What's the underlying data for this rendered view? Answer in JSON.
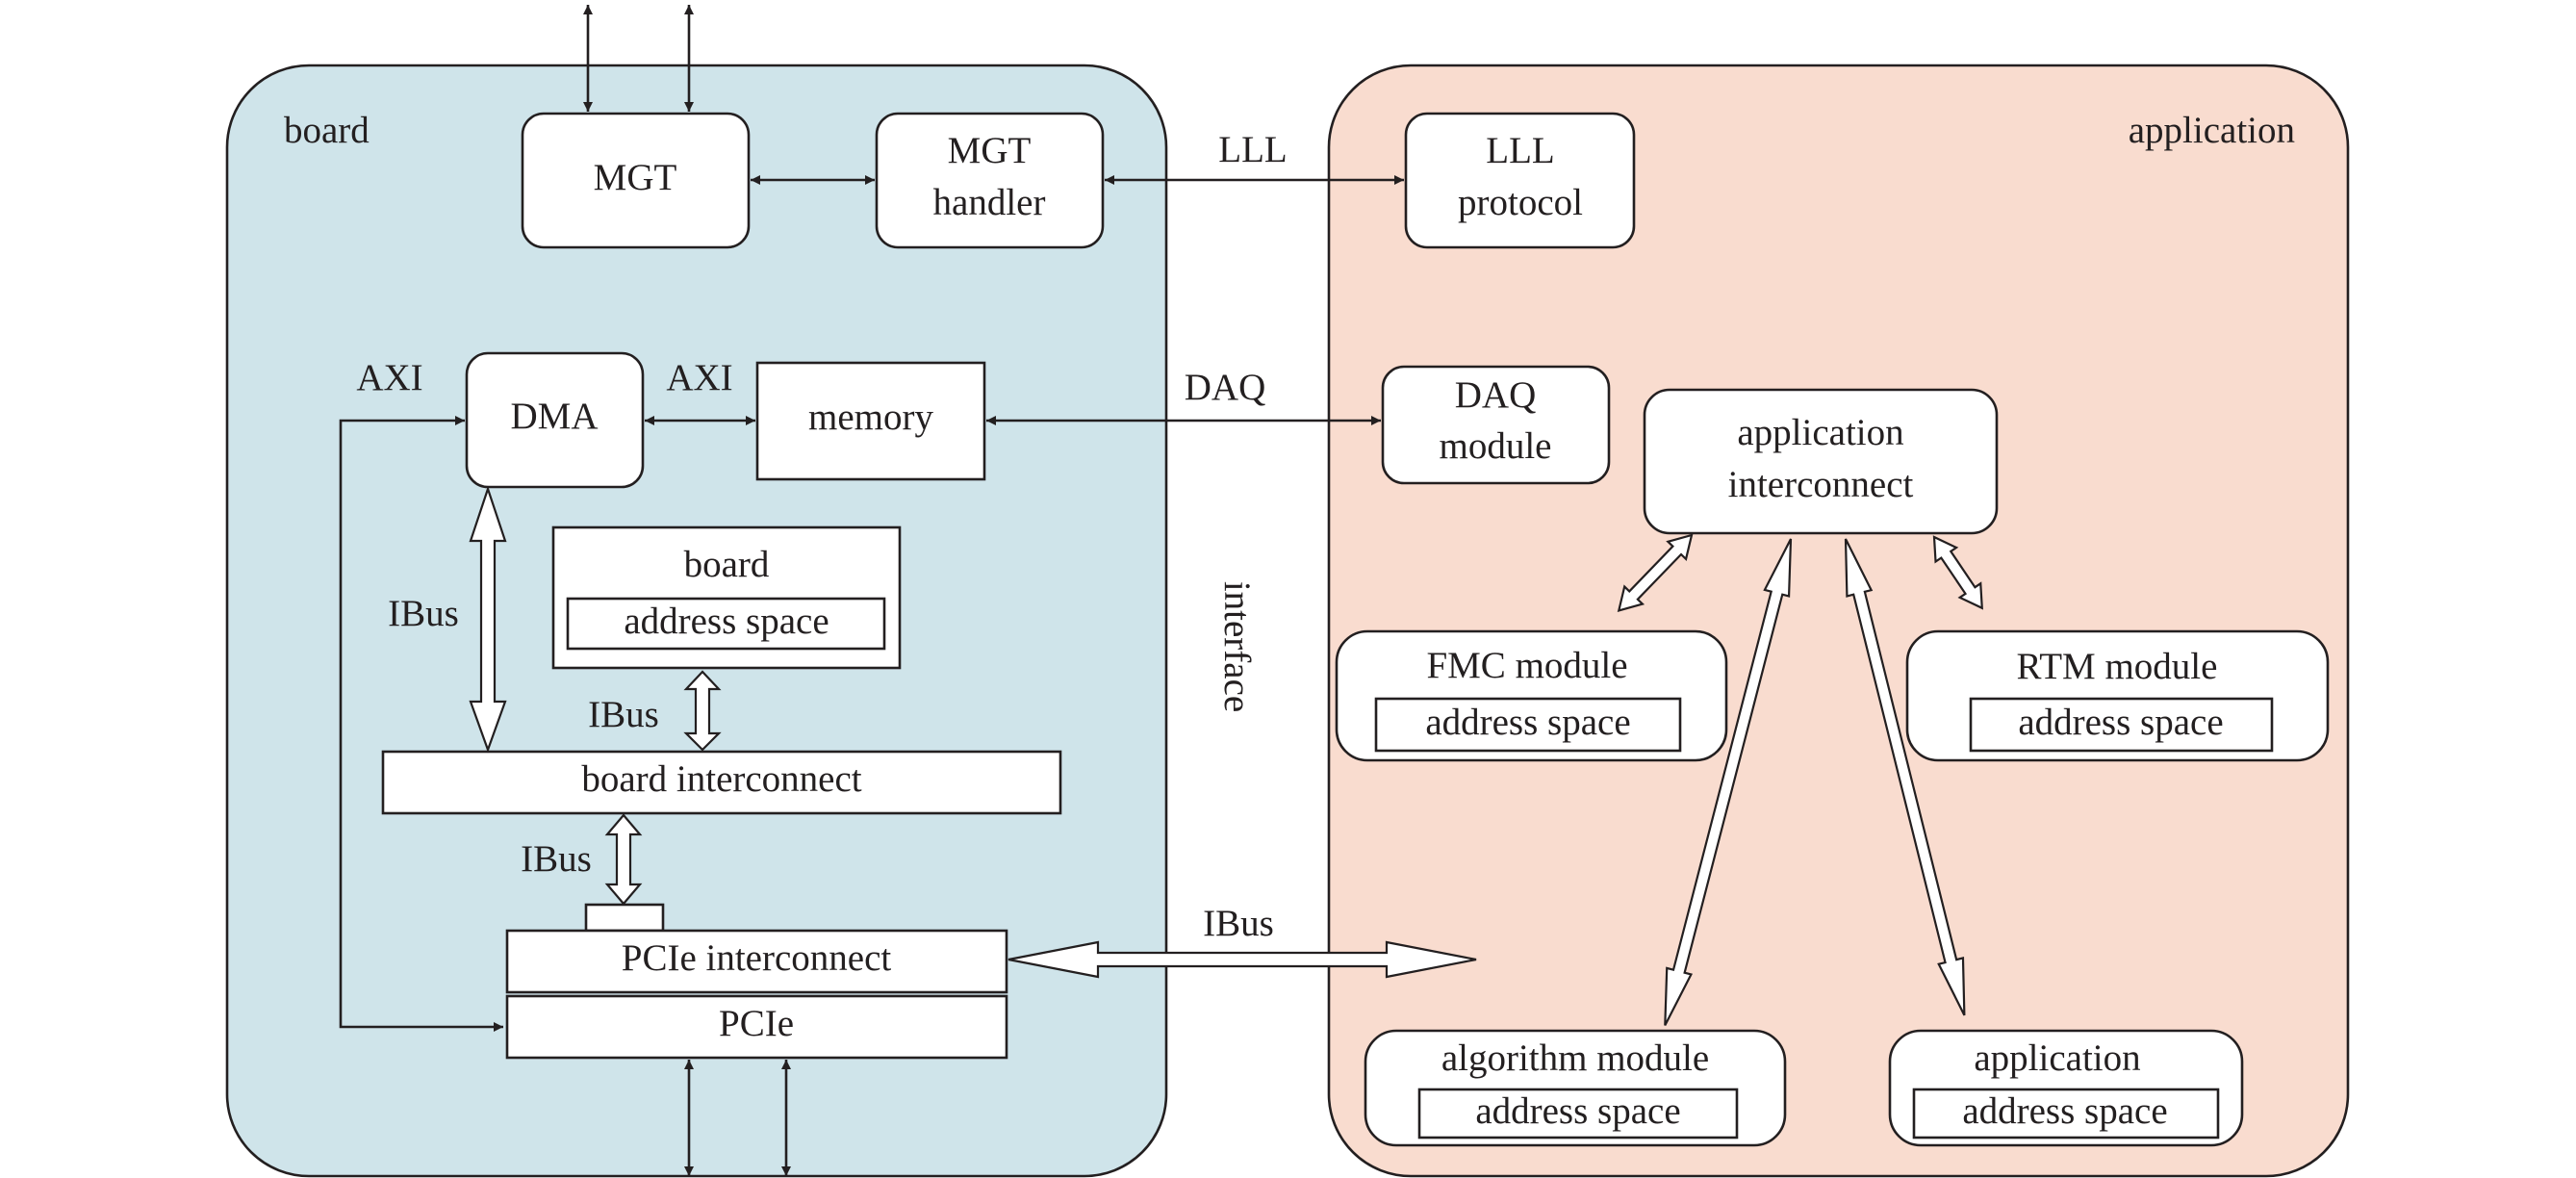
{
  "colors": {
    "board_region": "#cfe4ea",
    "application_region": "#f9dccf",
    "stroke": "#231f20",
    "box_fill": "#ffffff"
  },
  "regions": {
    "board": "board",
    "application": "application",
    "interface": "interface"
  },
  "blocks": {
    "mgt": "MGT",
    "mgt_handler": [
      "MGT",
      "handler"
    ],
    "lll_protocol": [
      "LLL",
      "protocol"
    ],
    "dma": "DMA",
    "memory": "memory",
    "daq_module": [
      "DAQ",
      "module"
    ],
    "board_address_space": {
      "title": "board",
      "inner": "address space"
    },
    "board_interconnect": "board interconnect",
    "pcie_interconnect": "PCIe interconnect",
    "pcie": "PCIe",
    "application_interconnect": [
      "application",
      "interconnect"
    ],
    "fmc_module": {
      "title": "FMC module",
      "inner": "address space"
    },
    "rtm_module": {
      "title": "RTM module",
      "inner": "address space"
    },
    "algorithm_module": {
      "title": "algorithm module",
      "inner": "address space"
    },
    "application_module": {
      "title": "application",
      "inner": "address space"
    }
  },
  "link_labels": {
    "lll": "LLL",
    "daq": "DAQ",
    "axi_left": "AXI",
    "axi_mid": "AXI",
    "ibus_dma": "IBus",
    "ibus_board": "IBus",
    "ibus_pcie": "IBus",
    "ibus_interface": "IBus"
  }
}
